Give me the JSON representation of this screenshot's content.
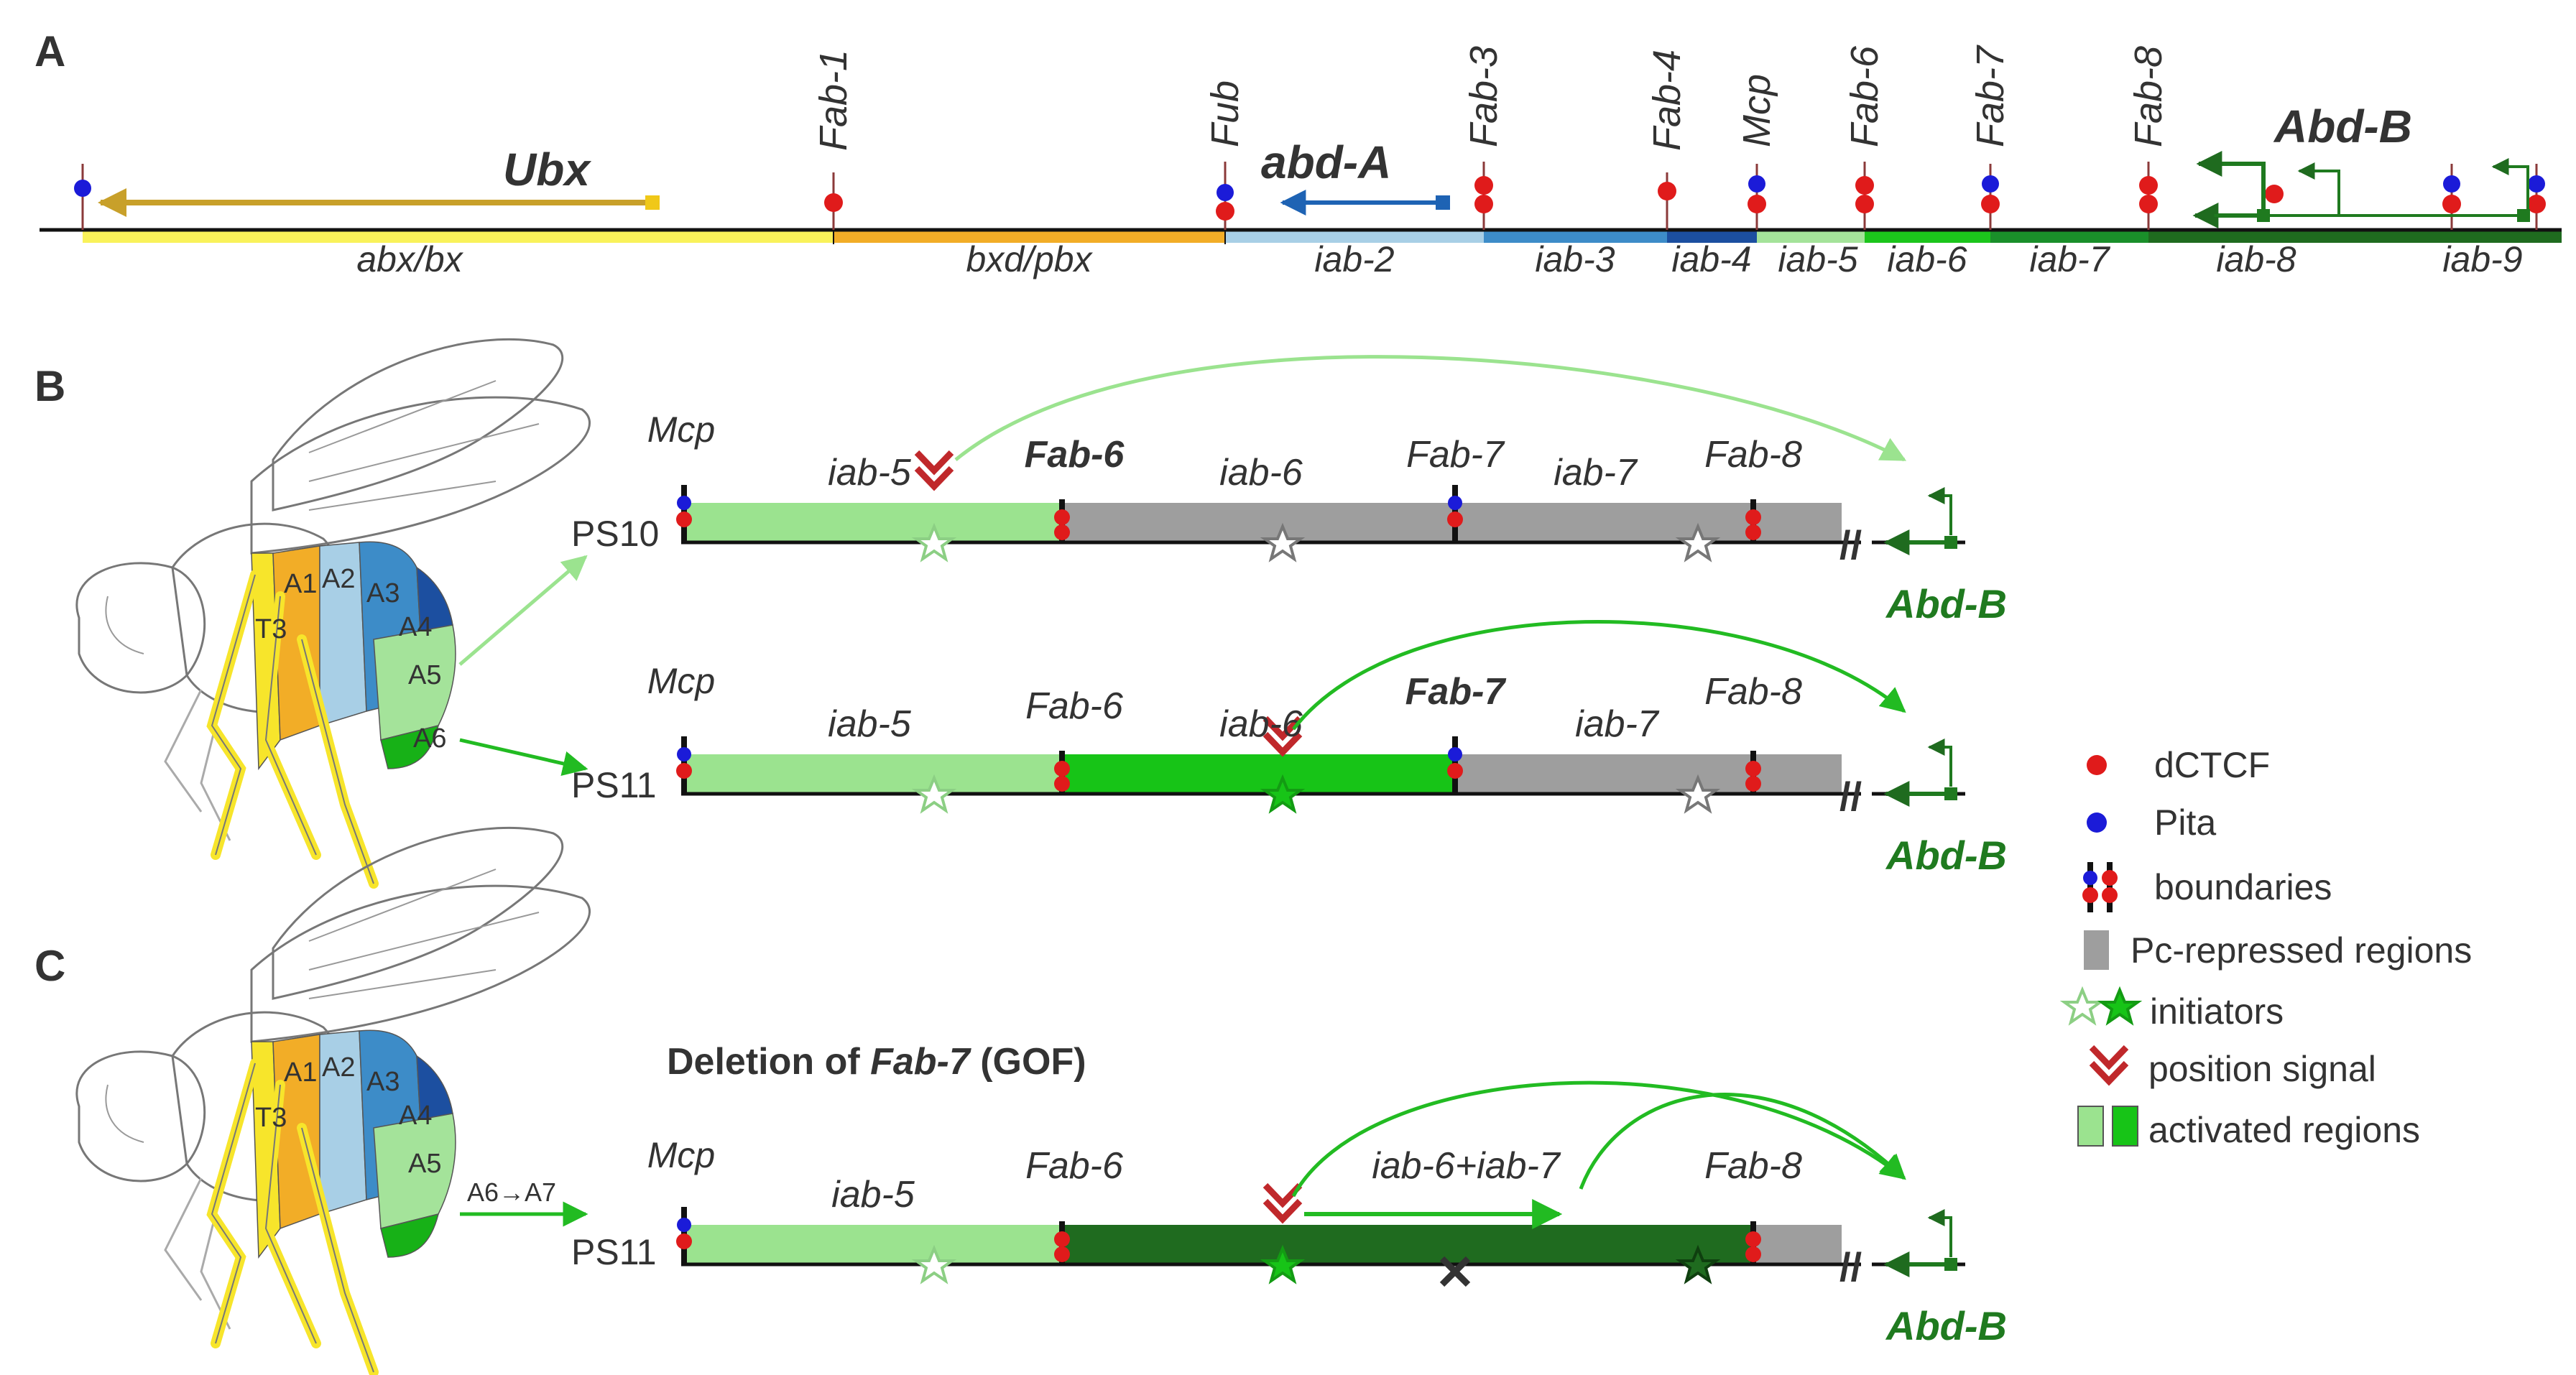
{
  "panels": {
    "a": "A",
    "b": "B",
    "c": "C"
  },
  "panel_a": {
    "boundaries": [
      "Fab-1",
      "Fub",
      "Fab-3",
      "Fab-4",
      "Mcp",
      "Fab-6",
      "Fab-7",
      "Fab-8"
    ],
    "genes": {
      "ubx": "Ubx",
      "abda": "abd-A",
      "abdb": "Abd-B"
    },
    "regions": [
      "abx/bx",
      "bxd/pbx",
      "iab-2",
      "iab-3",
      "iab-4",
      "iab-5",
      "iab-6",
      "iab-7",
      "iab-8",
      "iab-9"
    ],
    "colors": {
      "abx_bx": "#f9f25a",
      "bxd_pbx": "#f2ad27",
      "iab2": "#a8cfe6",
      "iab3": "#3d8cc8",
      "iab4": "#1c4fa0",
      "iab5": "#a4e39a",
      "iab6": "#1cc51c",
      "iab7": "#1a8f2a",
      "iab8": "#1f6b1f",
      "iab9": "#1f6b1f",
      "ubx": "#c8a02a",
      "abda": "#1e63b4",
      "abdb": "#1f7a1f"
    }
  },
  "panel_b": {
    "row1": {
      "ps": "PS10",
      "mcp": "Mcp",
      "iab5": "iab-5",
      "fab6": "Fab-6",
      "iab6": "iab-6",
      "fab7": "Fab-7",
      "iab7": "iab-7",
      "fab8": "Fab-8",
      "gene": "Abd-B"
    },
    "row2": {
      "ps": "PS11",
      "mcp": "Mcp",
      "iab5": "iab-5",
      "fab6": "Fab-6",
      "iab6": "iab-6",
      "fab7": "Fab-7",
      "iab7": "iab-7",
      "fab8": "Fab-8",
      "gene": "Abd-B"
    }
  },
  "fly": {
    "segments": [
      "T3",
      "A1",
      "A2",
      "A3",
      "A4",
      "A5",
      "A6"
    ]
  },
  "panel_c": {
    "title_pre": "Deletion of ",
    "title_em": "Fab-7",
    "title_post": " (GOF)",
    "arrow_label": "A6→A7",
    "row": {
      "ps": "PS11",
      "mcp": "Mcp",
      "iab5": "iab-5",
      "fab6": "Fab-6",
      "iab67": "iab-6+iab-7",
      "fab8": "Fab-8",
      "gene": "Abd-B"
    }
  },
  "legend": {
    "dctcf": "dCTCF",
    "pita": "Pita",
    "boundaries": "boundaries",
    "pc": "Pc-repressed regions",
    "initiators": "initiators",
    "position": "position signal",
    "activated": "activated regions"
  },
  "style": {
    "dctcf_color": "#e01b1b",
    "pita_color": "#1b1bd8",
    "pc_color": "#9e9e9e",
    "light_green": "#9be38f",
    "mid_green": "#17c417",
    "dark_green": "#1f6b1f",
    "signal_red": "#c0282b"
  }
}
